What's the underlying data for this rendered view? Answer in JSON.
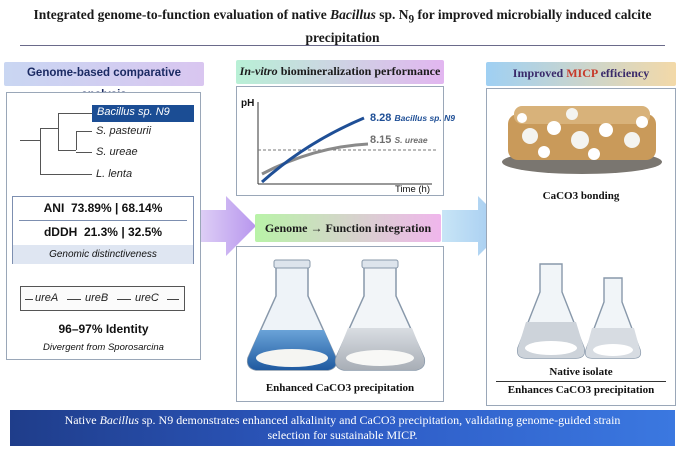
{
  "title": {
    "line1_pre": "Integrated genome-to-function evaluation of native ",
    "line1_italic": "Bacillus",
    "line1_post": " sp. N",
    "line1_sub": "9",
    "line1_tail": " for improved microbially induced calcite",
    "line2": "precipitation"
  },
  "panel1": {
    "header": "Genome-based comparative analysis",
    "tree": [
      "Bacillus sp. N9",
      "S. pasteurii",
      "S. ureae",
      "L. lenta"
    ],
    "ani_label": "ANI",
    "ani_value": "73.89% | 68.14%",
    "dddh_label": "dDDH",
    "dddh_value": "21.3% | 32.5%",
    "ani_footer": "Genomic distinctiveness",
    "genes": [
      "ureA",
      "ureB",
      "ureC"
    ],
    "identity": "96–97% Identity",
    "divergent": "Divergent from Sporosarcina"
  },
  "panel2": {
    "header_italic": "In-vitro",
    "header_rest": " biomineralization performance",
    "y_axis": "pH",
    "x_axis": "Time (h)",
    "series": [
      {
        "value": "8.28",
        "name": "Bacillus sp. N9",
        "color": "#1f4f96"
      },
      {
        "value": "8.15",
        "name": "S. ureae",
        "color": "#8a8a8a"
      }
    ]
  },
  "panel3": {
    "header": "Genome → Function integration",
    "caption": "Enhanced CaCO3 precipitation"
  },
  "panel4": {
    "header_pre": "Improved ",
    "header_accent": "MICP",
    "header_post": " efficiency",
    "caption_top": "CaCO3 bonding",
    "caption_mid": "Native isolate",
    "caption_bottom": "Enhances CaCO3 precipitation"
  },
  "footer": {
    "pre": "Native ",
    "italic": "Bacillus",
    "post": " sp. N9 demonstrates enhanced alkalinity and CaCO3 precipitation, validating genome-guided strain",
    "line2": "selection for sustainable MICP."
  },
  "colors": {
    "accent_blue": "#1f4f96",
    "arrow": "#b99cf0",
    "footer_bg": "#2d5ac4"
  }
}
